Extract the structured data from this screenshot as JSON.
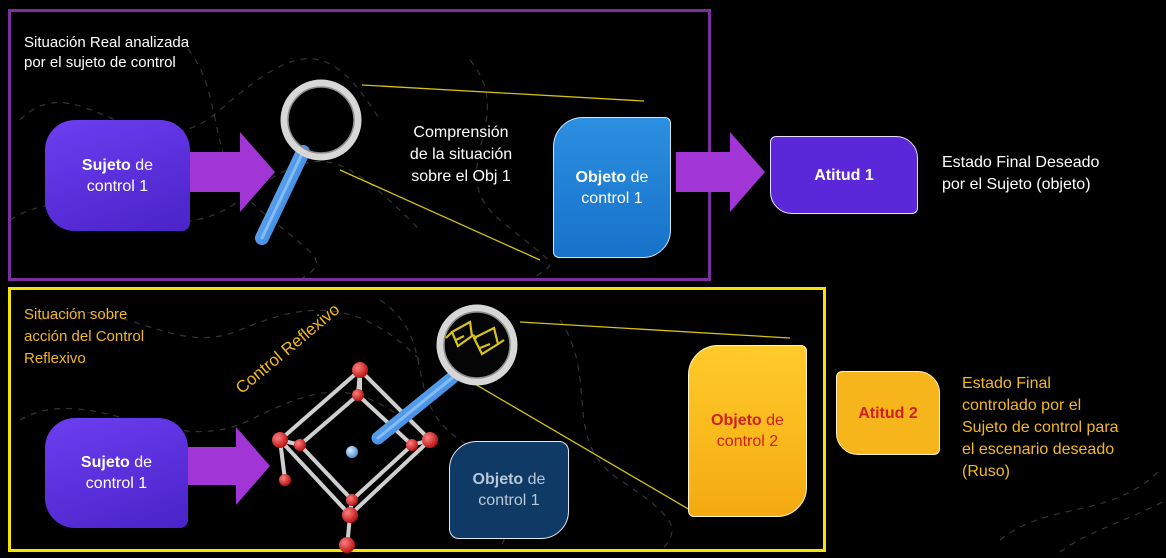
{
  "top_section": {
    "caption": [
      "Situación Real analizada",
      "por el sujeto de control"
    ],
    "sujeto": {
      "bold": "Sujeto",
      "rest": " de",
      "line2": "control 1"
    },
    "comprension": [
      "Comprensión",
      "de la situación",
      "sobre el Obj 1"
    ],
    "objeto": {
      "bold": "Objeto",
      "rest": " de",
      "line2": "control 1"
    },
    "actitud": "Atitud 1",
    "estado": [
      "Estado Final Deseado",
      "por el Sujeto (objeto)"
    ]
  },
  "bottom_section": {
    "caption": [
      "Situación sobre",
      "acción del Control",
      "Reflexivo"
    ],
    "curved_label": "Control Reflexivo",
    "sujeto": {
      "bold": "Sujeto",
      "rest": " de",
      "line2": "control 1"
    },
    "objeto_original": {
      "bold": "Objeto",
      "rest": " de",
      "line2": "control 1"
    },
    "objeto": {
      "bold": "Objeto",
      "rest": " de",
      "line2": "control 2"
    },
    "actitud": "Atitud 2",
    "estado": [
      "Estado Final",
      "controlado por el",
      "Sujeto de control para",
      "el escenario deseado",
      "(Ruso)"
    ]
  },
  "colors": {
    "top_frame": "#7a2f9c",
    "bottom_frame": "#f4e500",
    "arrow": "#a235d6",
    "sujeto": "#5a2fe0",
    "objeto_top": "#1f7fd6",
    "objeto_bottom": "#f6b318",
    "accent_text": "#f4b81f",
    "highlight_text": "#d11f1f"
  }
}
